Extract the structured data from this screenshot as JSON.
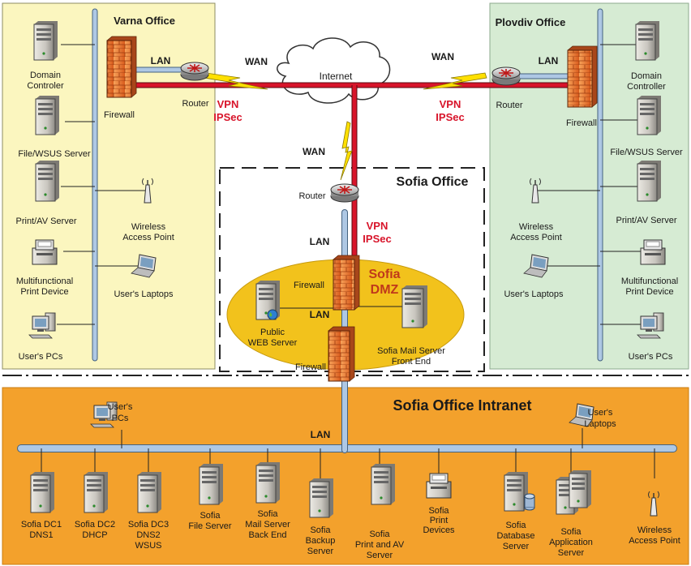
{
  "offices": {
    "varna_title": "Varna Office",
    "plovdiv_title": "Plovdiv Office",
    "sofia_title": "Sofia Office",
    "intranet_title": "Sofia Office Intranet",
    "dmz_title": "Sofia\nDMZ"
  },
  "network": {
    "internet": "Internet",
    "wan": "WAN",
    "lan": "LAN",
    "vpn": "VPN\nIPSec",
    "router": "Router",
    "firewall": "Firewall"
  },
  "varna": {
    "domain_controller": "Domain\nControler",
    "file_wsus": "File/WSUS Server",
    "print_av": "Print/AV Server",
    "wireless": "Wireless\nAccess Point",
    "multifunctional": "Multifunctional\nPrint Device",
    "laptops": "User's Laptops",
    "pcs": "User's PCs"
  },
  "plovdiv": {
    "domain_controller": "Domain\nController",
    "file_wsus": "File/WSUS Server",
    "print_av": "Print/AV Server",
    "wireless": "Wireless\nAccess Point",
    "multifunctional": "Multifunctional\nPrint Device",
    "laptops": "User's Laptops",
    "pcs": "User's PCs"
  },
  "dmz": {
    "web_server": "Public\nWEB Server",
    "mail_front": "Sofia Mail Server\nFront End"
  },
  "intranet": {
    "users_pcs": "User's\nPCs",
    "users_laptops": "User's\nLaptops",
    "dc1": "Sofia DC1\nDNS1",
    "dc2": "Sofia DC2\nDHCP",
    "dc3": "Sofia DC3\nDNS2\nWSUS",
    "file_server": "Sofia\nFile Server",
    "mail_back": "Sofia\nMail Server\nBack End",
    "backup": "Sofia\nBackup\nServer",
    "print_av": "Sofia\nPrint and AV\nServer",
    "print_devices": "Sofia\nPrint\nDevices",
    "database": "Sofia\nDatabase\nServer",
    "application": "Sofia\nApplication\nServer",
    "wireless": "Wireless\nAccess Point"
  },
  "colors": {
    "branch_yellow": "#fbf6bf",
    "branch_green": "#d6ebd3",
    "intranet_orange": "#f3a12c",
    "dmz_yellow": "#f2c21c",
    "vpn_red": "#d8142a",
    "lan_blue": "#aec8e4"
  }
}
